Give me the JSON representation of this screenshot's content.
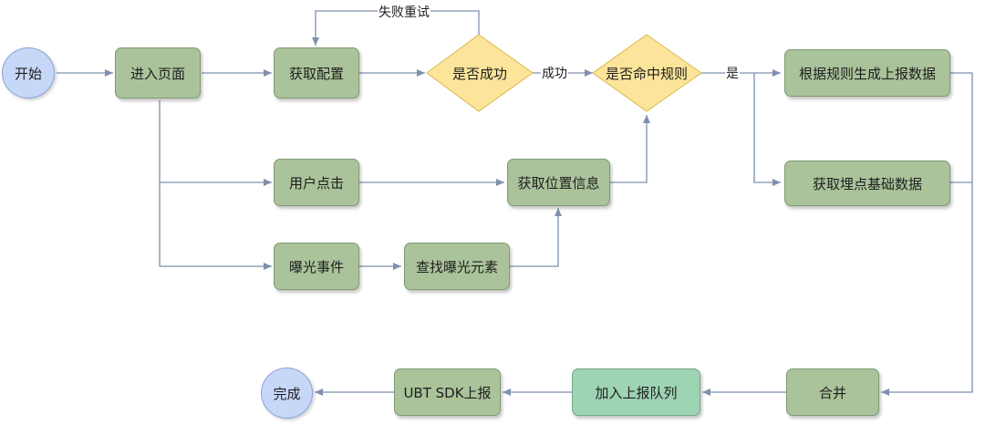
{
  "nodes": {
    "start": "开始",
    "enter_page": "进入页面",
    "get_config": "获取配置",
    "success_check": "是否成功",
    "rule_check": "是否命中规则",
    "gen_by_rule": "根据规则生成上报数据",
    "user_click": "用户点击",
    "get_position": "获取位置信息",
    "get_base_data": "获取埋点基础数据",
    "exposure_event": "曝光事件",
    "find_exposure": "查找曝光元素",
    "merge": "合并",
    "add_queue": "加入上报队列",
    "ubt_report": "UBT SDK上报",
    "done": "完成"
  },
  "edge_labels": {
    "fail_retry": "失败重试",
    "success": "成功",
    "yes": "是"
  },
  "colors": {
    "process": "#aac39a",
    "process_alt": "#9ed3b3",
    "decision": "#fce59a",
    "terminal": "#c7d7f7",
    "connector": "#7d90ad"
  }
}
